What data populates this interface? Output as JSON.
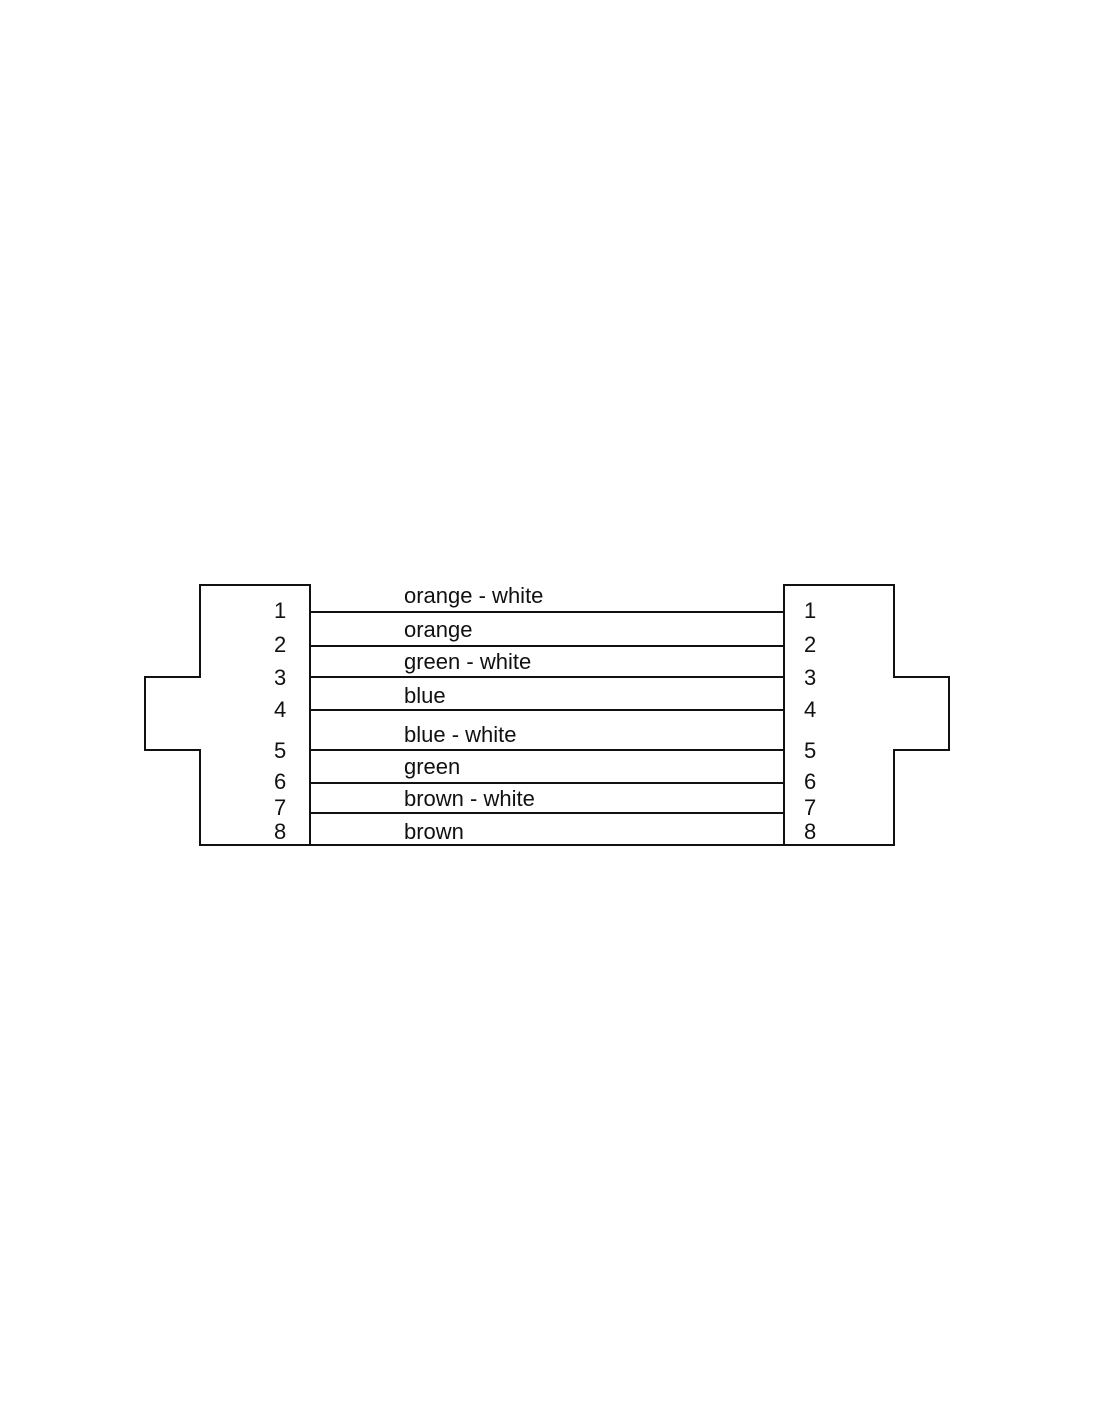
{
  "diagram": {
    "line_color": "#111111",
    "background": "#ffffff",
    "left_connector": {
      "pins": [
        "1",
        "2",
        "3",
        "4",
        "5",
        "6",
        "7",
        "8"
      ]
    },
    "right_connector": {
      "pins": [
        "1",
        "2",
        "3",
        "4",
        "5",
        "6",
        "7",
        "8"
      ]
    },
    "wires": [
      {
        "label": "orange - white"
      },
      {
        "label": "orange"
      },
      {
        "label": "green - white"
      },
      {
        "label": "blue"
      },
      {
        "label": "blue - white"
      },
      {
        "label": "green"
      },
      {
        "label": "brown - white"
      },
      {
        "label": "brown"
      }
    ]
  }
}
